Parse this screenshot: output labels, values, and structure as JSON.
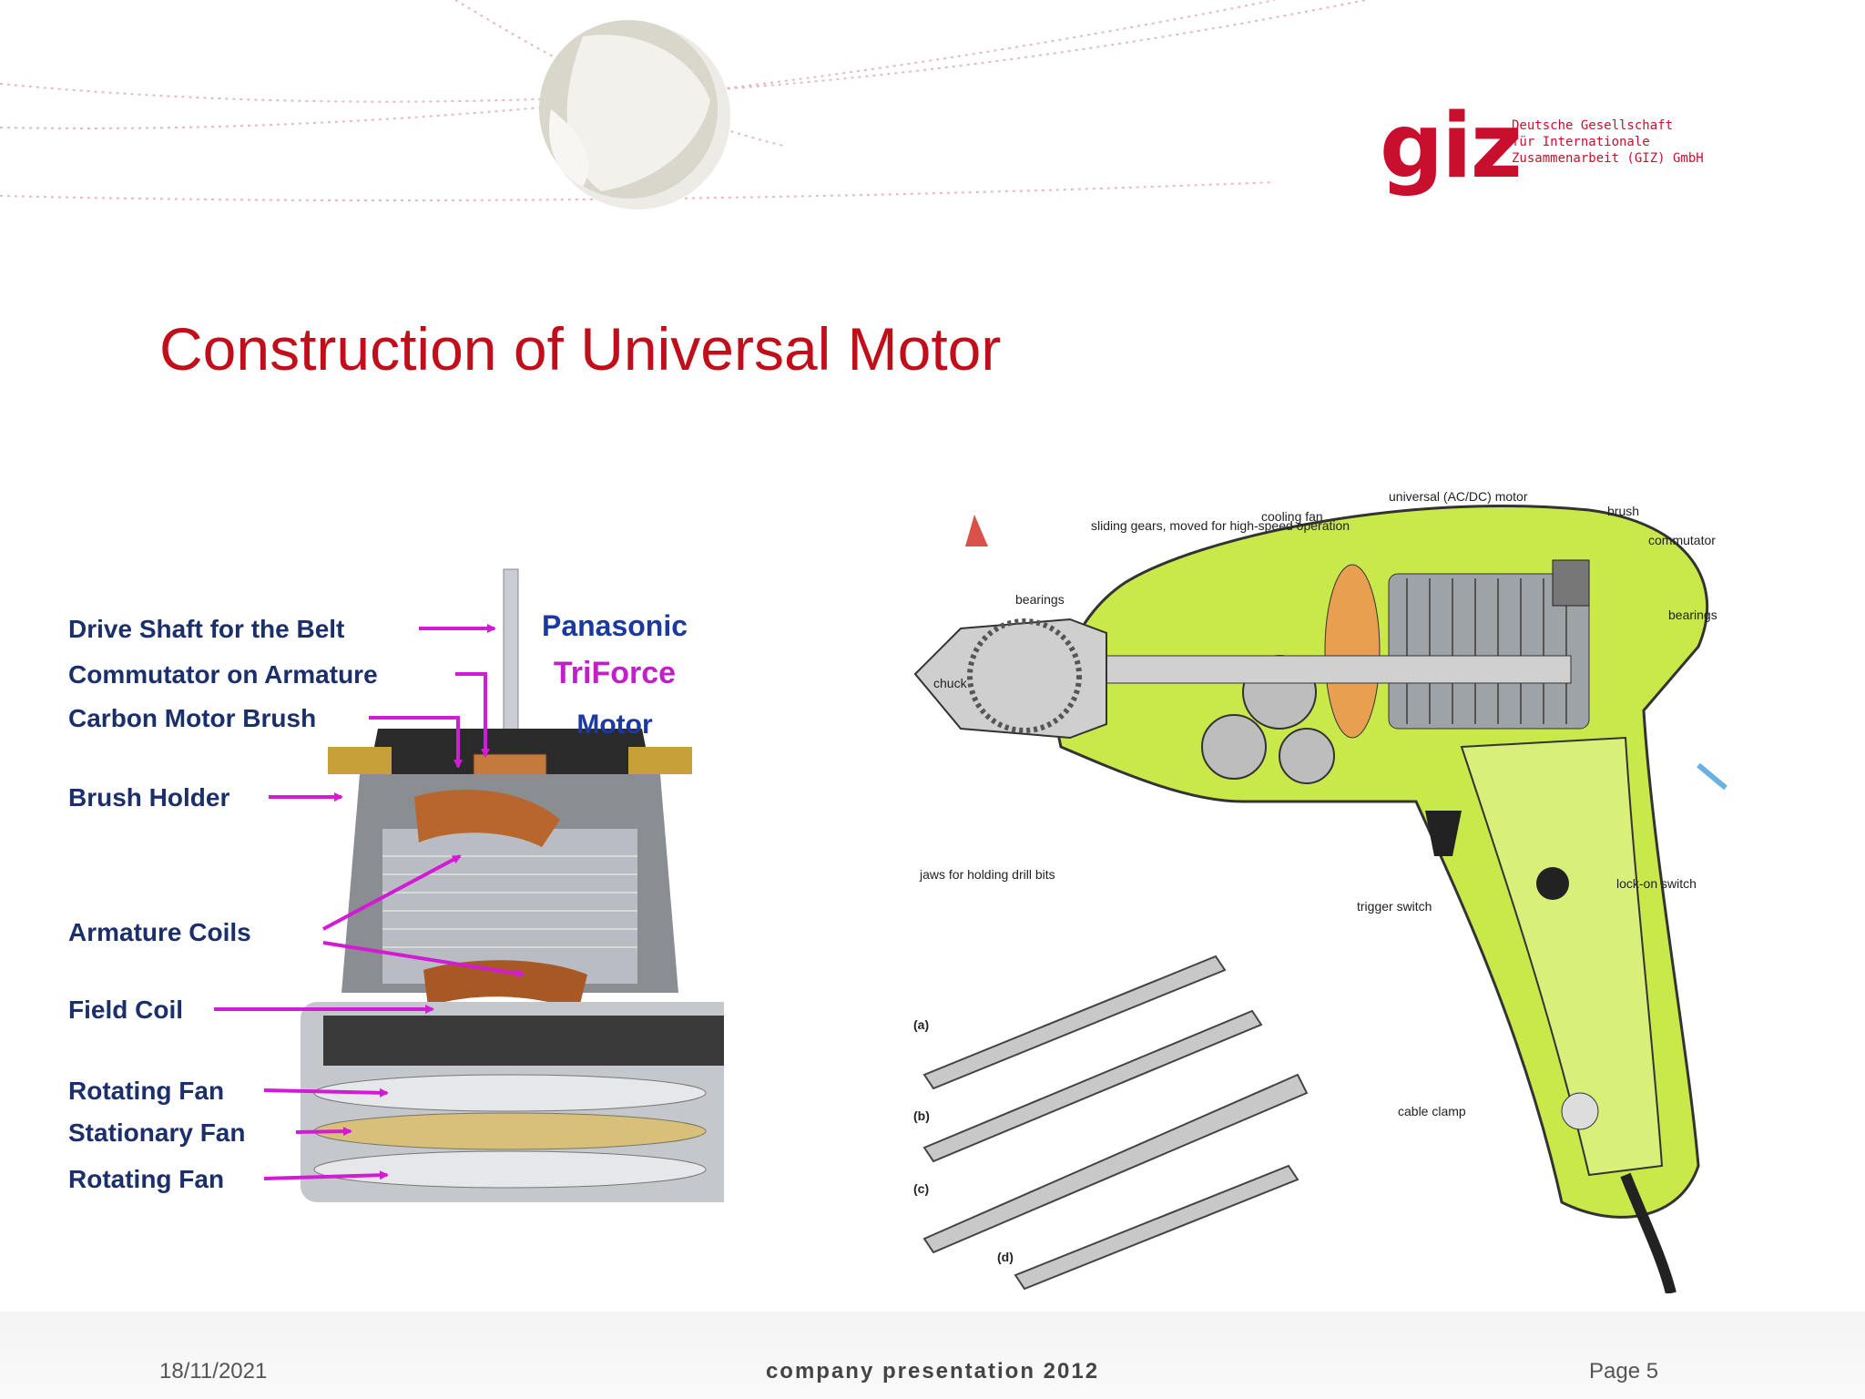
{
  "slide": {
    "title": "Construction of Universal Motor"
  },
  "logo": {
    "word": "giz",
    "lines": [
      "Deutsche Gesellschaft",
      "für Internationale",
      "Zusammenarbeit (GIZ) GmbH"
    ],
    "color": "#c8102e"
  },
  "motor_diagram": {
    "brand": [
      "Panasonic",
      "TriForce",
      "Motor"
    ],
    "labels": [
      "Drive Shaft for the Belt",
      "Commutator on Armature",
      "Carbon Motor Brush",
      "Brush Holder",
      "Armature Coils",
      "Field Coil",
      "Rotating Fan",
      "Stationary Fan",
      "Rotating Fan"
    ],
    "label_color": "#1b2f6b",
    "arrow_color": "#d11bd4"
  },
  "drill_diagram": {
    "labels": [
      "universal (AC/DC) motor",
      "cooling fan",
      "brush",
      "commutator",
      "sliding gears, moved for high-speed operation",
      "bearings",
      "bearings",
      "chuck",
      "jaws for holding drill bits",
      "trigger switch",
      "lock-on switch",
      "cable clamp"
    ],
    "bits": [
      "(a)",
      "(b)",
      "(c)",
      "(d)"
    ],
    "body_color": "#c9e84a"
  },
  "footer": {
    "date": "18/11/2021",
    "center": "company presentation 2012",
    "page": "Page 5"
  }
}
